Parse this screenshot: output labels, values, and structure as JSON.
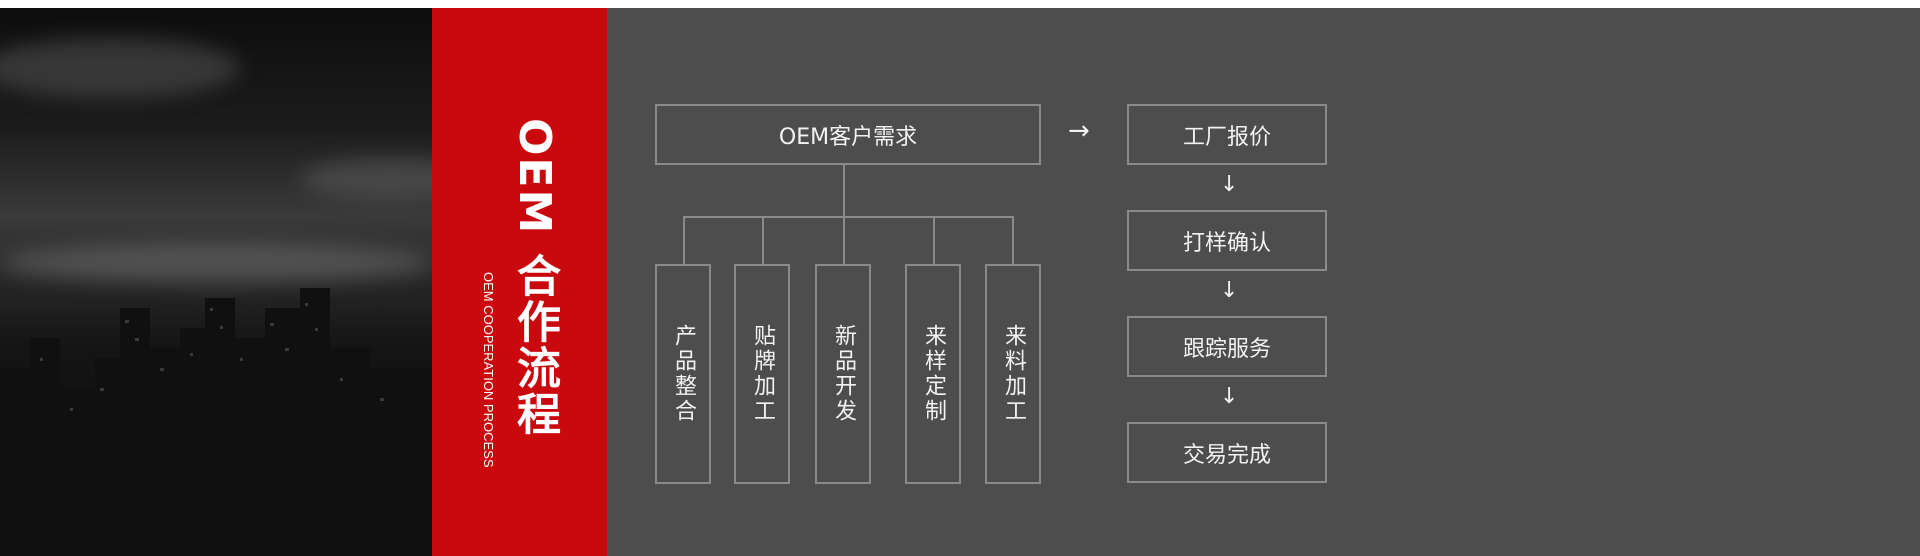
{
  "title": {
    "main": "OEM 合作流程",
    "sub": "OEM COOPERATION PROCESS"
  },
  "flow": {
    "source": "OEM客户需求",
    "arrow_right": "→",
    "branches": [
      "产品整合",
      "贴牌加工",
      "新品开发",
      "来样定制",
      "来料加工"
    ],
    "steps": [
      "工厂报价",
      "打样确认",
      "跟踪服务",
      "交易完成"
    ],
    "arrow_down": "↓"
  },
  "colors": {
    "accent_red": "#c9090e",
    "panel_gray": "#4d4d4d",
    "border": "#8a8a8a",
    "text": "#f2f2f2"
  }
}
